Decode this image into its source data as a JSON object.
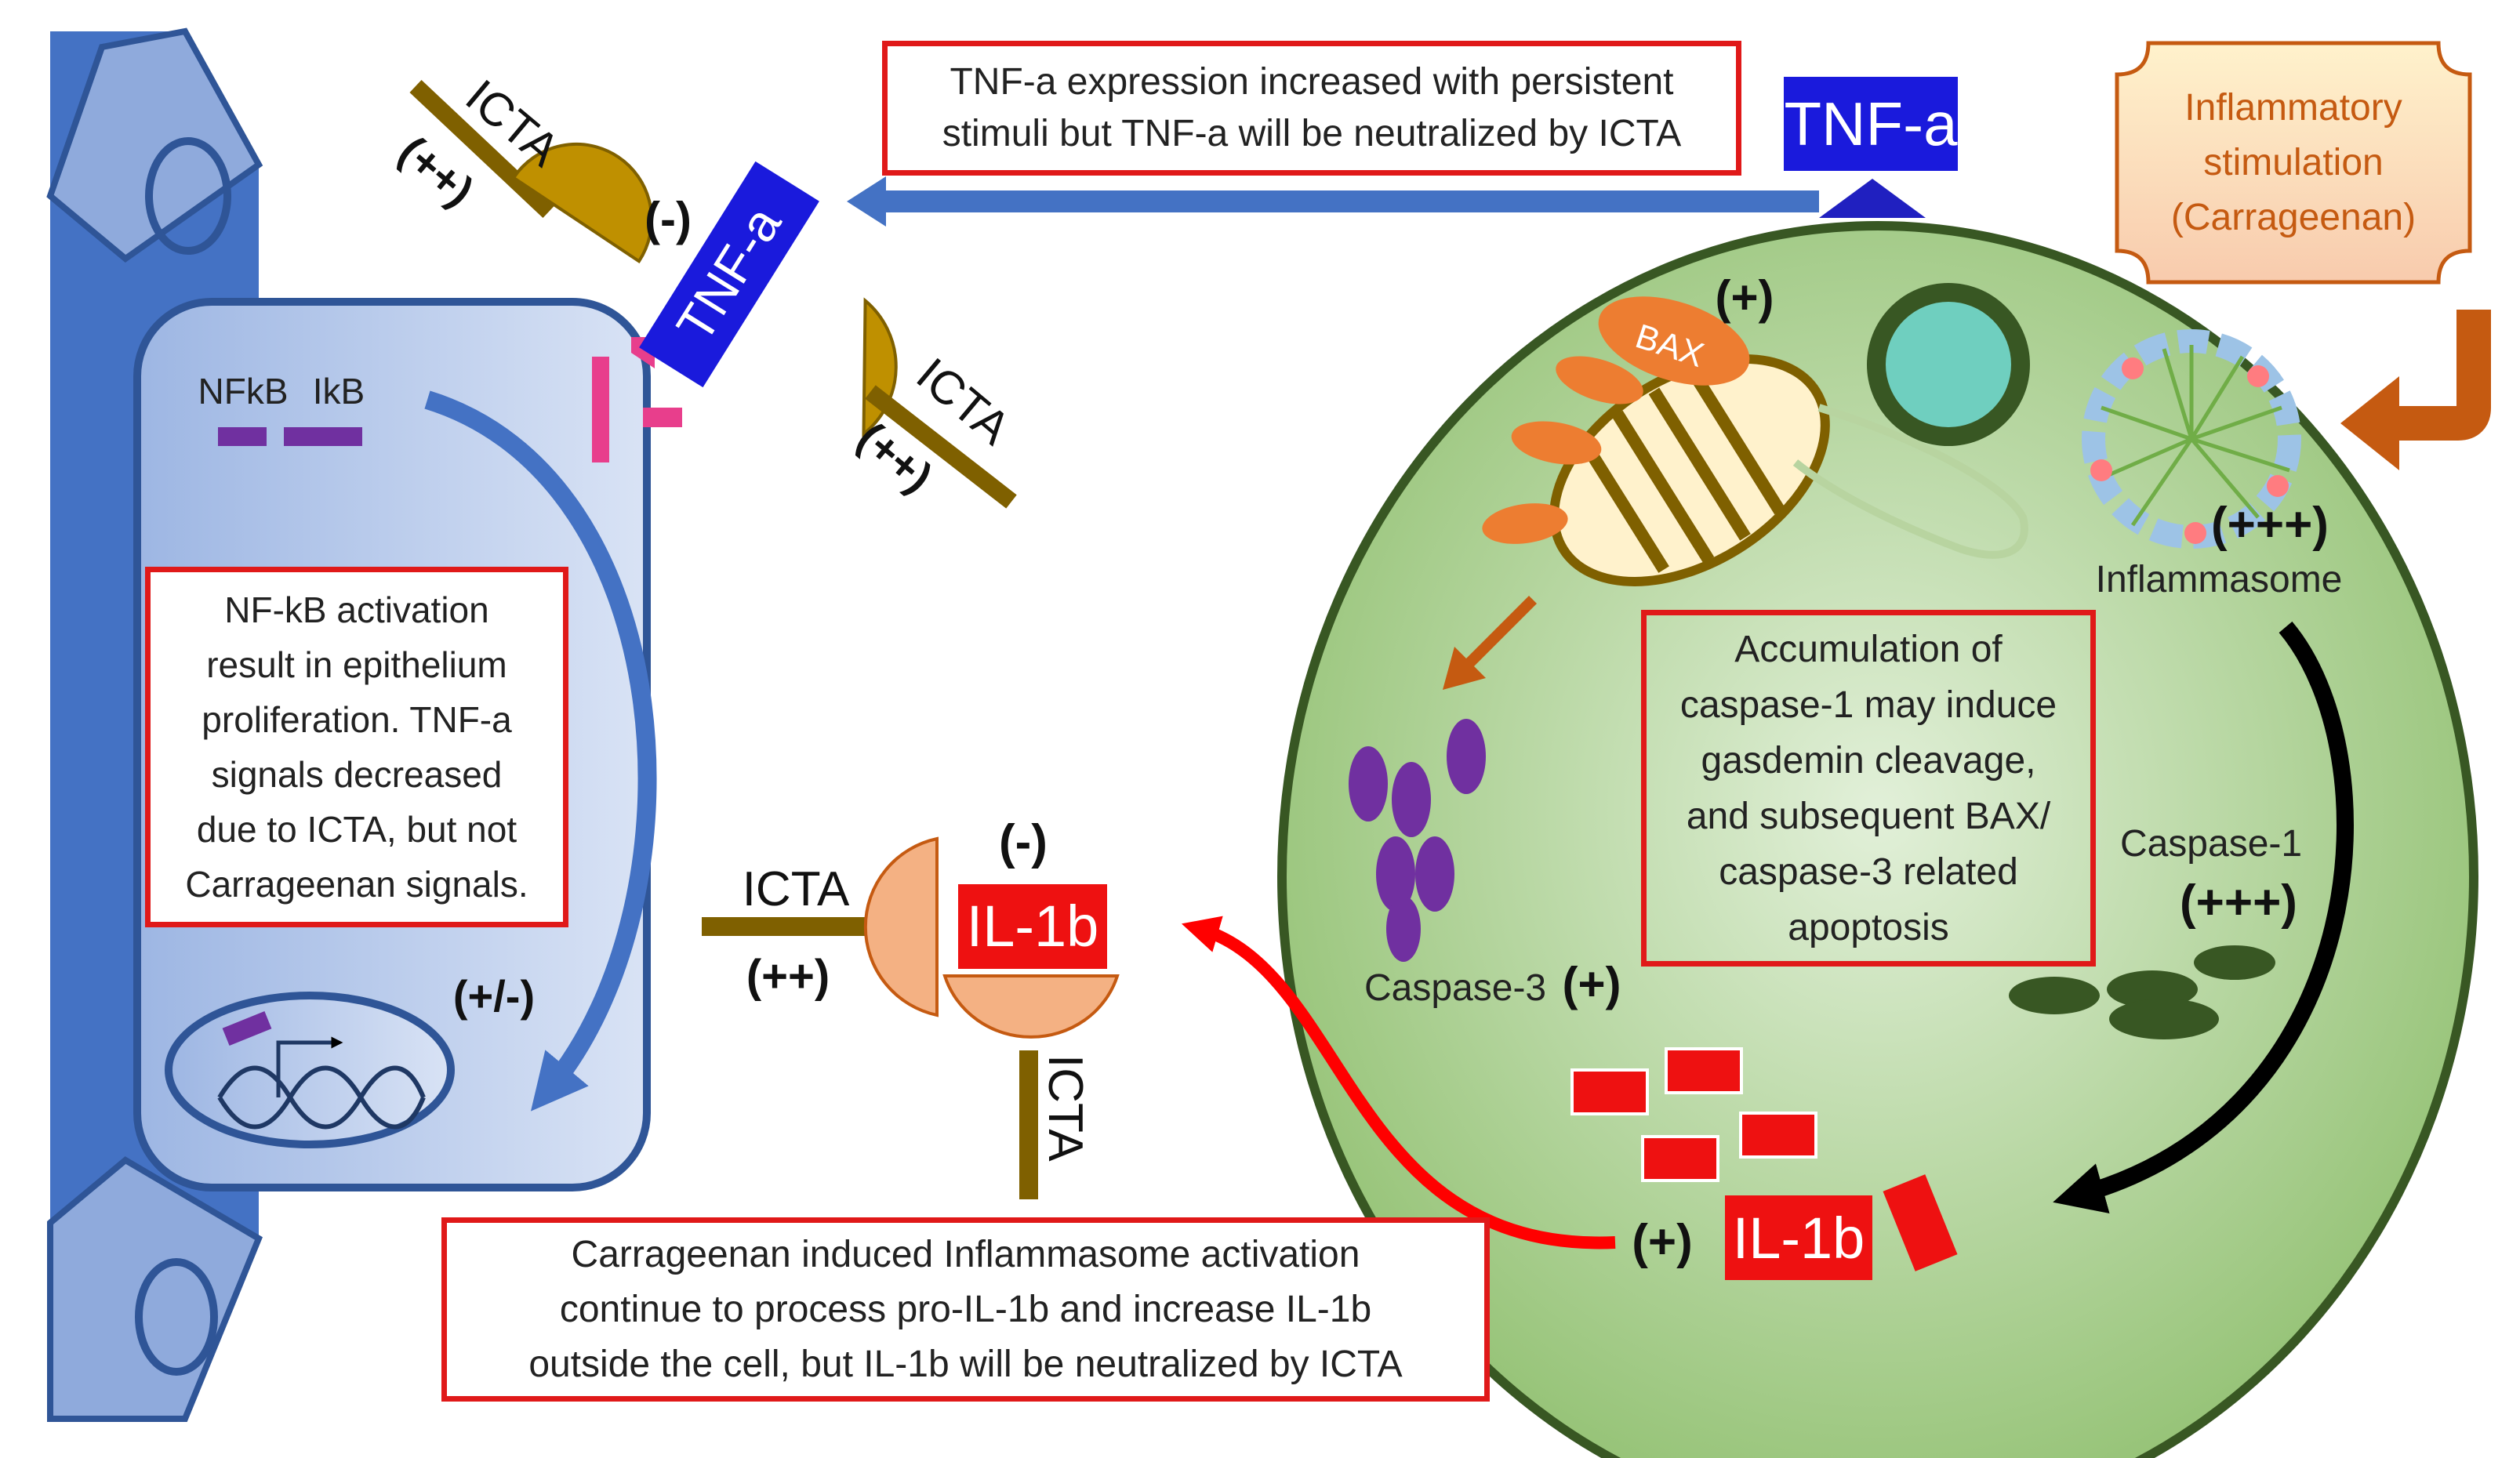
{
  "colors": {
    "epithelium_outer": "#4472c4",
    "epithelium_inner": "#b4c7e7",
    "macrophage_fill": "#a9d18e",
    "macrophage_border": "#385723",
    "tnf_box": "#1a1adc",
    "il1b_box": "#e81010",
    "note_border": "#e01919",
    "receptor_gold": "#bf9000",
    "receptor_peach": "#f4b183",
    "stalk_brown": "#7f6000",
    "bax_orange": "#ed7d31",
    "caspase3_purple": "#7030a0",
    "caspase1_green": "#385723",
    "arrow_blue": "#4472c4",
    "arrow_red": "#ff0000",
    "arrow_brown": "#c55a11"
  },
  "labels": {
    "nfkb": "NFkB",
    "ikb": "IkB",
    "icta": "ICTA",
    "plus2": "(++)",
    "minus": "(-)",
    "plus": "(+)",
    "plus3": "(+++)",
    "plusminus": "(+/-)",
    "tnf": "TNF-a",
    "il1b": "IL-1b",
    "bax": "BAX",
    "inflammasome": "Inflammasome",
    "caspase1": "Caspase-1",
    "caspase3": "Caspase-3"
  },
  "notes": {
    "tnf_expression": [
      "TNF-a expression increased with persistent",
      "stimuli but TNF-a will be neutralized by ICTA"
    ],
    "nfkb_activation": [
      "NF-kB activation",
      "result in epithelium",
      "proliferation. TNF-a",
      "signals decreased",
      "due to ICTA, but not",
      "Carrageenan signals."
    ],
    "caspase_accumulation": [
      "Accumulation of",
      "caspase-1 may induce",
      "gasdemin cleavage,",
      "and subsequent BAX/",
      "caspase-3 related",
      "apoptosis"
    ],
    "carrageenan_induced": [
      "Carrageenan induced Inflammasome activation",
      "continue to process pro-IL-1b and increase IL-1b",
      "outside the cell, but IL-1b will be neutralized by ICTA"
    ],
    "stimulation": [
      "Inflammatory",
      "stimulation",
      "(Carrageenan)"
    ]
  }
}
